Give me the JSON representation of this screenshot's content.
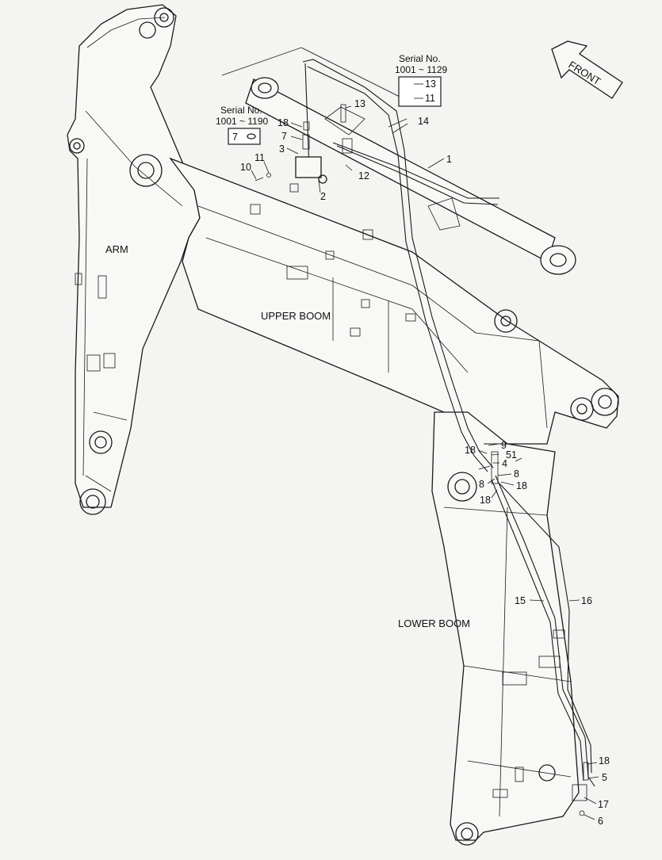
{
  "labels": {
    "arm": "ARM",
    "upper_boom": "UPPER BOOM",
    "lower_boom": "LOWER BOOM",
    "front": "FRONT"
  },
  "serial_notes": [
    {
      "title": "Serial No.",
      "range": "1001 ~ 1129",
      "items": [
        "13",
        "11"
      ]
    },
    {
      "title": "Serial No.",
      "range": "1001 ~ 1190",
      "items": [
        "7"
      ]
    }
  ],
  "callouts": {
    "c1": "1",
    "c2": "2",
    "c3": "3",
    "c4": "4",
    "c5": "5",
    "c6": "6",
    "c7": "7",
    "c8a": "8",
    "c8b": "8",
    "c9": "9",
    "c10": "10",
    "c11": "11",
    "c12": "12",
    "c13": "13",
    "c14": "14",
    "c15": "15",
    "c16": "16",
    "c17": "17",
    "c18a": "18",
    "c18b": "18",
    "c18c": "18",
    "c18d": "18",
    "c18e": "18",
    "c51": "51"
  }
}
